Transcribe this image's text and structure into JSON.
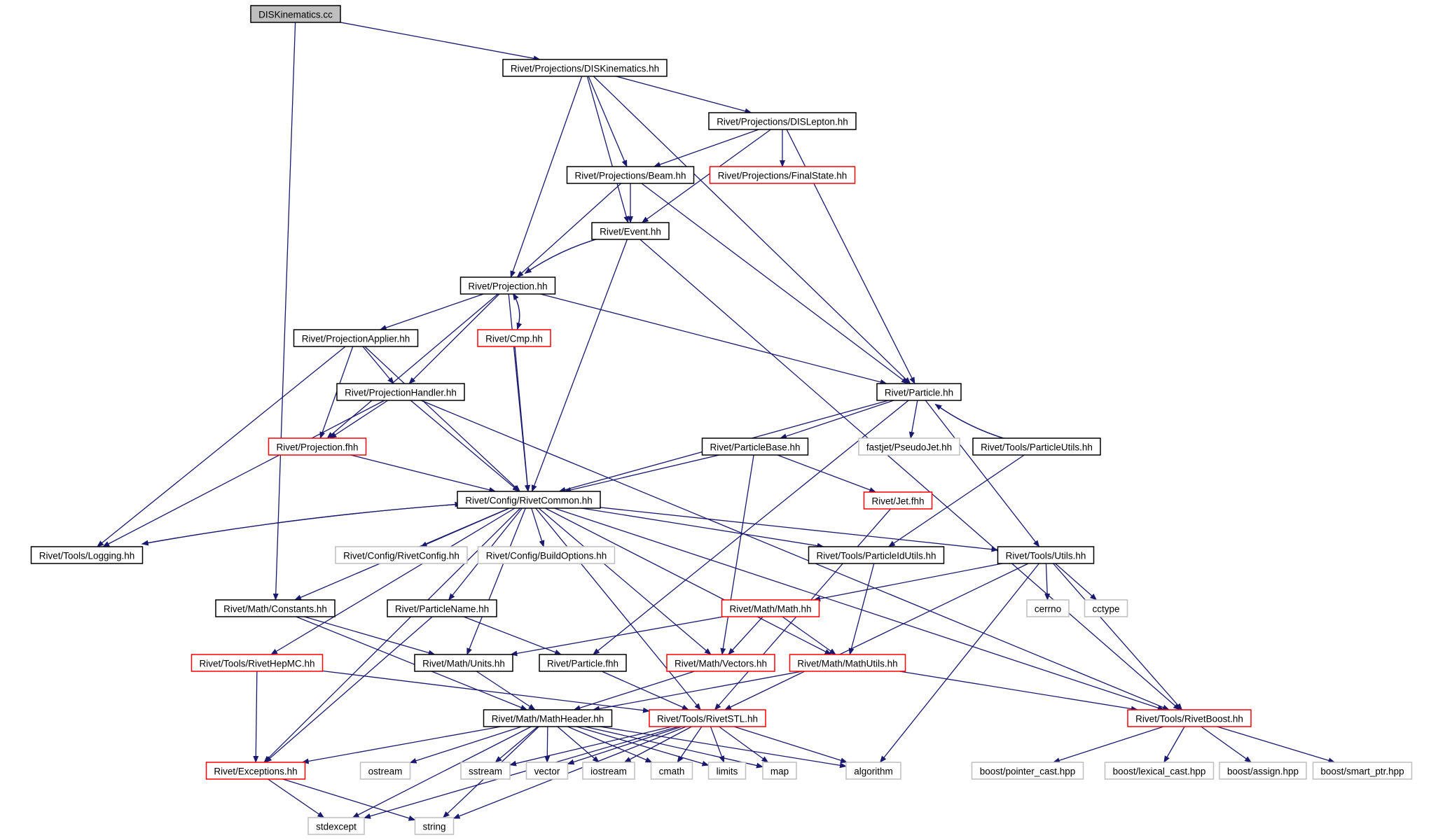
{
  "colors": {
    "edge": "#191970",
    "documented": "#000000",
    "truncated": "#ff0000",
    "external": "#bfbfbf",
    "root_fill": "#bfbfbf",
    "text": "#000000"
  },
  "nodes": [
    {
      "id": "root",
      "label": "DISKinematics.cc",
      "kind": "root"
    },
    {
      "id": "dkin",
      "label": "Rivet/Projections/DISKinematics.hh",
      "kind": "documented"
    },
    {
      "id": "dlep",
      "label": "Rivet/Projections/DISLepton.hh",
      "kind": "documented"
    },
    {
      "id": "beam",
      "label": "Rivet/Projections/Beam.hh",
      "kind": "documented"
    },
    {
      "id": "fstate",
      "label": "Rivet/Projections/FinalState.hh",
      "kind": "truncated"
    },
    {
      "id": "event",
      "label": "Rivet/Event.hh",
      "kind": "documented"
    },
    {
      "id": "proj",
      "label": "Rivet/Projection.hh",
      "kind": "documented"
    },
    {
      "id": "papp",
      "label": "Rivet/ProjectionApplier.hh",
      "kind": "documented"
    },
    {
      "id": "cmp",
      "label": "Rivet/Cmp.hh",
      "kind": "truncated"
    },
    {
      "id": "phand",
      "label": "Rivet/ProjectionHandler.hh",
      "kind": "documented"
    },
    {
      "id": "particle",
      "label": "Rivet/Particle.hh",
      "kind": "documented"
    },
    {
      "id": "projfhh",
      "label": "Rivet/Projection.fhh",
      "kind": "truncated"
    },
    {
      "id": "pbase",
      "label": "Rivet/ParticleBase.hh",
      "kind": "documented"
    },
    {
      "id": "pseudojet",
      "label": "fastjet/PseudoJet.hh",
      "kind": "external"
    },
    {
      "id": "putils",
      "label": "Rivet/Tools/ParticleUtils.hh",
      "kind": "documented"
    },
    {
      "id": "jetfhh",
      "label": "Rivet/Jet.fhh",
      "kind": "truncated"
    },
    {
      "id": "common",
      "label": "Rivet/Config/RivetCommon.hh",
      "kind": "documented"
    },
    {
      "id": "logging",
      "label": "Rivet/Tools/Logging.hh",
      "kind": "documented"
    },
    {
      "id": "rconfig",
      "label": "Rivet/Config/RivetConfig.hh",
      "kind": "external"
    },
    {
      "id": "bopts",
      "label": "Rivet/Config/BuildOptions.hh",
      "kind": "external"
    },
    {
      "id": "pidutils",
      "label": "Rivet/Tools/ParticleIdUtils.hh",
      "kind": "documented"
    },
    {
      "id": "tutils",
      "label": "Rivet/Tools/Utils.hh",
      "kind": "documented"
    },
    {
      "id": "consts",
      "label": "Rivet/Math/Constants.hh",
      "kind": "documented"
    },
    {
      "id": "pname",
      "label": "Rivet/ParticleName.hh",
      "kind": "documented"
    },
    {
      "id": "mathhh",
      "label": "Rivet/Math/Math.hh",
      "kind": "truncated"
    },
    {
      "id": "cerrno",
      "label": "cerrno",
      "kind": "external"
    },
    {
      "id": "cctype",
      "label": "cctype",
      "kind": "external"
    },
    {
      "id": "hepmc",
      "label": "Rivet/Tools/RivetHepMC.hh",
      "kind": "truncated"
    },
    {
      "id": "units",
      "label": "Rivet/Math/Units.hh",
      "kind": "documented"
    },
    {
      "id": "pfhh",
      "label": "Rivet/Particle.fhh",
      "kind": "documented"
    },
    {
      "id": "vectors",
      "label": "Rivet/Math/Vectors.hh",
      "kind": "truncated"
    },
    {
      "id": "mutils",
      "label": "Rivet/Math/MathUtils.hh",
      "kind": "truncated"
    },
    {
      "id": "mheader",
      "label": "Rivet/Math/MathHeader.hh",
      "kind": "documented"
    },
    {
      "id": "stl",
      "label": "Rivet/Tools/RivetSTL.hh",
      "kind": "truncated"
    },
    {
      "id": "rboost",
      "label": "Rivet/Tools/RivetBoost.hh",
      "kind": "truncated"
    },
    {
      "id": "exceptions",
      "label": "Rivet/Exceptions.hh",
      "kind": "truncated"
    },
    {
      "id": "ostream",
      "label": "ostream",
      "kind": "external"
    },
    {
      "id": "sstream",
      "label": "sstream",
      "kind": "external"
    },
    {
      "id": "vector",
      "label": "vector",
      "kind": "external"
    },
    {
      "id": "iostream",
      "label": "iostream",
      "kind": "external"
    },
    {
      "id": "cmath",
      "label": "cmath",
      "kind": "external"
    },
    {
      "id": "limits",
      "label": "limits",
      "kind": "external"
    },
    {
      "id": "map",
      "label": "map",
      "kind": "external"
    },
    {
      "id": "algorithm",
      "label": "algorithm",
      "kind": "external"
    },
    {
      "id": "ptrcast",
      "label": "boost/pointer_cast.hpp",
      "kind": "external"
    },
    {
      "id": "lexcast",
      "label": "boost/lexical_cast.hpp",
      "kind": "external"
    },
    {
      "id": "assign",
      "label": "boost/assign.hpp",
      "kind": "external"
    },
    {
      "id": "smartptr",
      "label": "boost/smart_ptr.hpp",
      "kind": "external"
    },
    {
      "id": "stdexcept",
      "label": "stdexcept",
      "kind": "external"
    },
    {
      "id": "string",
      "label": "string",
      "kind": "external"
    }
  ],
  "edges": [
    [
      "root",
      "dkin"
    ],
    [
      "root",
      "consts"
    ],
    [
      "dkin",
      "dlep"
    ],
    [
      "dkin",
      "beam"
    ],
    [
      "dkin",
      "event"
    ],
    [
      "dkin",
      "proj"
    ],
    [
      "dkin",
      "particle"
    ],
    [
      "dlep",
      "beam"
    ],
    [
      "dlep",
      "fstate"
    ],
    [
      "dlep",
      "event"
    ],
    [
      "dlep",
      "particle"
    ],
    [
      "beam",
      "event"
    ],
    [
      "beam",
      "proj"
    ],
    [
      "beam",
      "particle"
    ],
    [
      "event",
      "proj"
    ],
    [
      "event",
      "common"
    ],
    [
      "event",
      "rboost"
    ],
    [
      "proj",
      "event"
    ],
    [
      "proj",
      "papp"
    ],
    [
      "proj",
      "cmp"
    ],
    [
      "proj",
      "phand"
    ],
    [
      "proj",
      "particle"
    ],
    [
      "proj",
      "projfhh"
    ],
    [
      "proj",
      "common"
    ],
    [
      "cmp",
      "proj"
    ],
    [
      "cmp",
      "common"
    ],
    [
      "papp",
      "phand"
    ],
    [
      "papp",
      "projfhh"
    ],
    [
      "papp",
      "logging"
    ],
    [
      "papp",
      "common"
    ],
    [
      "phand",
      "projfhh"
    ],
    [
      "phand",
      "logging"
    ],
    [
      "phand",
      "common"
    ],
    [
      "phand",
      "rboost"
    ],
    [
      "projfhh",
      "common"
    ],
    [
      "particle",
      "pbase"
    ],
    [
      "particle",
      "pseudojet"
    ],
    [
      "particle",
      "putils"
    ],
    [
      "particle",
      "common"
    ],
    [
      "particle",
      "pfhh"
    ],
    [
      "particle",
      "tutils"
    ],
    [
      "putils",
      "particle"
    ],
    [
      "putils",
      "pidutils"
    ],
    [
      "pbase",
      "common"
    ],
    [
      "pbase",
      "jetfhh"
    ],
    [
      "pbase",
      "vectors"
    ],
    [
      "jetfhh",
      "stl"
    ],
    [
      "common",
      "logging"
    ],
    [
      "common",
      "rconfig"
    ],
    [
      "common",
      "bopts"
    ],
    [
      "common",
      "pidutils"
    ],
    [
      "common",
      "tutils"
    ],
    [
      "common",
      "consts"
    ],
    [
      "common",
      "pname"
    ],
    [
      "common",
      "hepmc"
    ],
    [
      "common",
      "exceptions"
    ],
    [
      "common",
      "units"
    ],
    [
      "common",
      "vectors"
    ],
    [
      "common",
      "mutils"
    ],
    [
      "common",
      "stl"
    ],
    [
      "common",
      "rboost"
    ],
    [
      "logging",
      "common"
    ],
    [
      "pidutils",
      "mutils"
    ],
    [
      "tutils",
      "mathhh"
    ],
    [
      "tutils",
      "cerrno"
    ],
    [
      "tutils",
      "cctype"
    ],
    [
      "tutils",
      "rboost"
    ],
    [
      "tutils",
      "stl"
    ],
    [
      "tutils",
      "algorithm"
    ],
    [
      "consts",
      "units"
    ],
    [
      "consts",
      "mheader"
    ],
    [
      "pname",
      "pfhh"
    ],
    [
      "pname",
      "exceptions"
    ],
    [
      "mathhh",
      "units"
    ],
    [
      "mathhh",
      "vectors"
    ],
    [
      "mathhh",
      "mutils"
    ],
    [
      "hepmc",
      "exceptions"
    ],
    [
      "hepmc",
      "stl"
    ],
    [
      "units",
      "mheader"
    ],
    [
      "pfhh",
      "stl"
    ],
    [
      "vectors",
      "mheader"
    ],
    [
      "mutils",
      "mheader"
    ],
    [
      "mutils",
      "rboost"
    ],
    [
      "mheader",
      "exceptions"
    ],
    [
      "mheader",
      "ostream"
    ],
    [
      "mheader",
      "sstream"
    ],
    [
      "mheader",
      "vector"
    ],
    [
      "mheader",
      "iostream"
    ],
    [
      "mheader",
      "cmath"
    ],
    [
      "mheader",
      "limits"
    ],
    [
      "mheader",
      "map"
    ],
    [
      "mheader",
      "algorithm"
    ],
    [
      "mheader",
      "stdexcept"
    ],
    [
      "mheader",
      "string"
    ],
    [
      "stl",
      "sstream"
    ],
    [
      "stl",
      "vector"
    ],
    [
      "stl",
      "iostream"
    ],
    [
      "stl",
      "cmath"
    ],
    [
      "stl",
      "limits"
    ],
    [
      "stl",
      "map"
    ],
    [
      "stl",
      "algorithm"
    ],
    [
      "stl",
      "stdexcept"
    ],
    [
      "stl",
      "string"
    ],
    [
      "rboost",
      "ptrcast"
    ],
    [
      "rboost",
      "lexcast"
    ],
    [
      "rboost",
      "assign"
    ],
    [
      "rboost",
      "smartptr"
    ],
    [
      "exceptions",
      "stdexcept"
    ],
    [
      "exceptions",
      "string"
    ]
  ]
}
